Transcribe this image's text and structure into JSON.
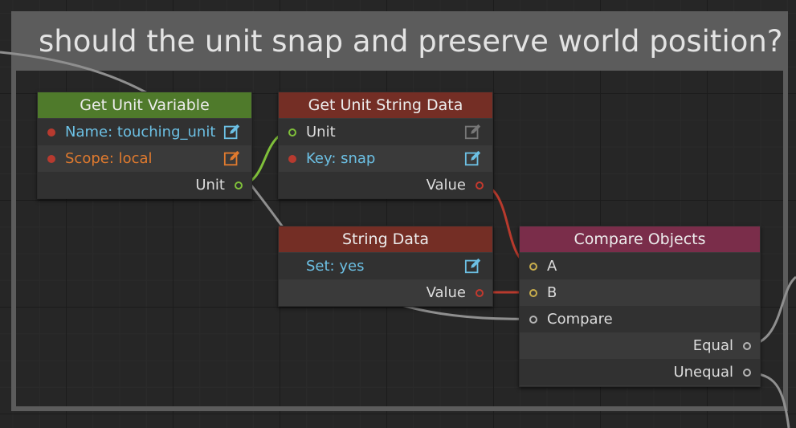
{
  "comment": {
    "title": "should the unit snap and preserve world position?"
  },
  "nodes": {
    "get_unit_variable": {
      "title": "Get Unit Variable",
      "name_field": "Name: touching_unit",
      "scope_field": "Scope: local",
      "output": "Unit"
    },
    "get_unit_string_data": {
      "title": "Get Unit String Data",
      "unit_input": "Unit",
      "key_field": "Key: snap",
      "output": "Value"
    },
    "string_data": {
      "title": "String Data",
      "set_field": "Set: yes",
      "output": "Value"
    },
    "compare_objects": {
      "title": "Compare Objects",
      "input_a": "A",
      "input_b": "B",
      "input_compare": "Compare",
      "output_equal": "Equal",
      "output_unequal": "Unequal"
    }
  },
  "colors": {
    "header_green": "#4f7a2b",
    "header_red": "#742e25",
    "header_magenta": "#7a2d4a",
    "param_blue": "#6cc0e4",
    "param_orange": "#e07a2e",
    "wire_green": "#7fbf3a",
    "wire_red": "#b83a2d",
    "wire_gray": "#9a9a9a"
  },
  "icons": [
    "edit-icon"
  ]
}
